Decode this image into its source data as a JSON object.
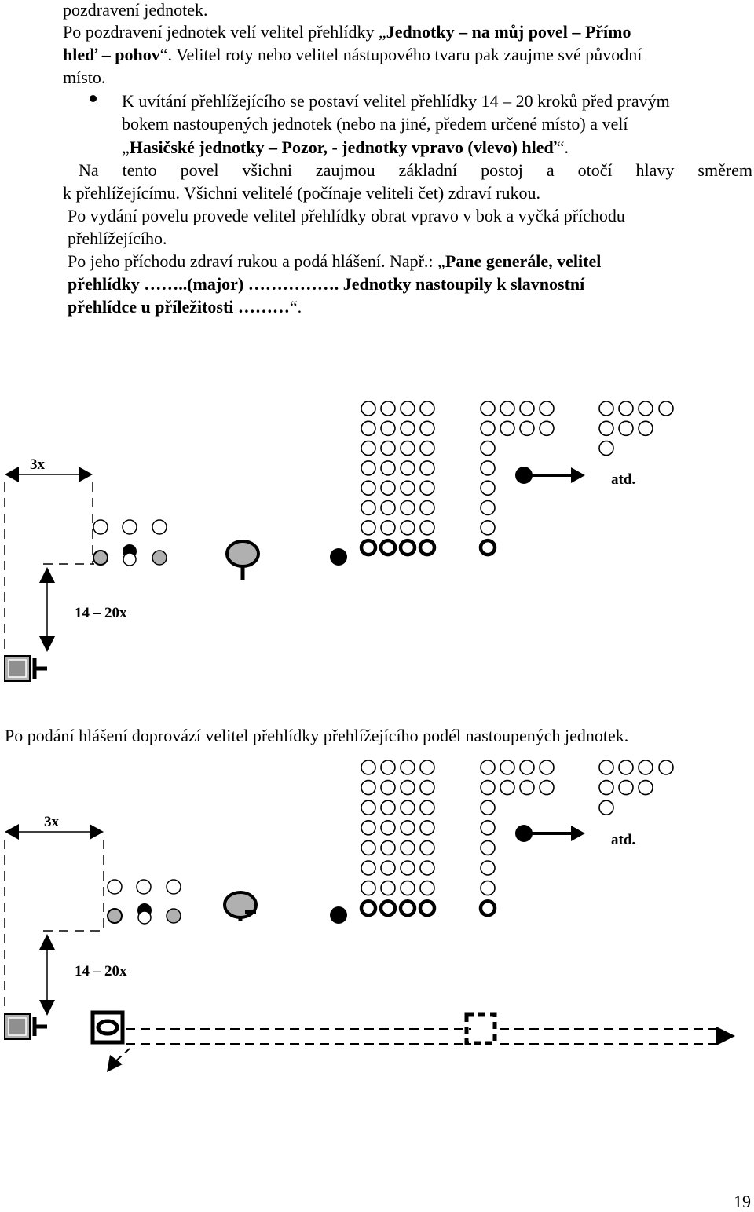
{
  "text": {
    "l1": "pozdravení jednotek.",
    "l2a": "Po pozdravení jednotek velí velitel přehlídky „",
    "l2b": "Jednotky – na můj povel – Přímo",
    "l3a": "hleď – pohov",
    "l3b": "“. Velitel roty nebo velitel nástupového tvaru  pak zaujme své původní",
    "l4": "místo.",
    "l5": "K uvítání přehlížejícího se postaví velitel přehlídky 14 – 20 kroků před pravým",
    "l6": "bokem  nastoupených jednotek (nebo na jiné, předem určené místo) a velí",
    "l7a": "„",
    "l7b": "Hasičské jednotky – Pozor, - jednotky vpravo (vlevo) hleď",
    "l7c": "“.",
    "l8": [
      "Na",
      "tento",
      "povel",
      "všichni",
      "zaujmou",
      "základní",
      "postoj",
      "a",
      "otočí",
      "hlavy",
      "směrem"
    ],
    "l9": "k přehlížejícímu. Všichni velitelé (počínaje veliteli čet) zdraví rukou.",
    "l10": "Po vydání povelu provede velitel přehlídky obrat vpravo v bok a vyčká příchodu",
    "l11": "přehlížejícího.",
    "l12a": "Po jeho příchodu zdraví rukou a podá hlášení. Např.: „",
    "l12b": "Pane generále, velitel",
    "l13": "přehlídky ……..(major) ……………. Jednotky nastoupily k slavnostní",
    "l14": "přehlídce u příležitosti ………",
    "l14b": "“.",
    "mid": "Po podání hlášení doprovází velitel přehlídky přehlížejícího podél nastoupených jednotek."
  },
  "diagram1": {
    "label_steps": "3x",
    "label_distance": "14 – 20x",
    "label_etc": "atd."
  },
  "diagram2": {
    "label_steps": "3x",
    "label_distance": "14 – 20x",
    "label_etc": "atd."
  },
  "page_number": "19"
}
